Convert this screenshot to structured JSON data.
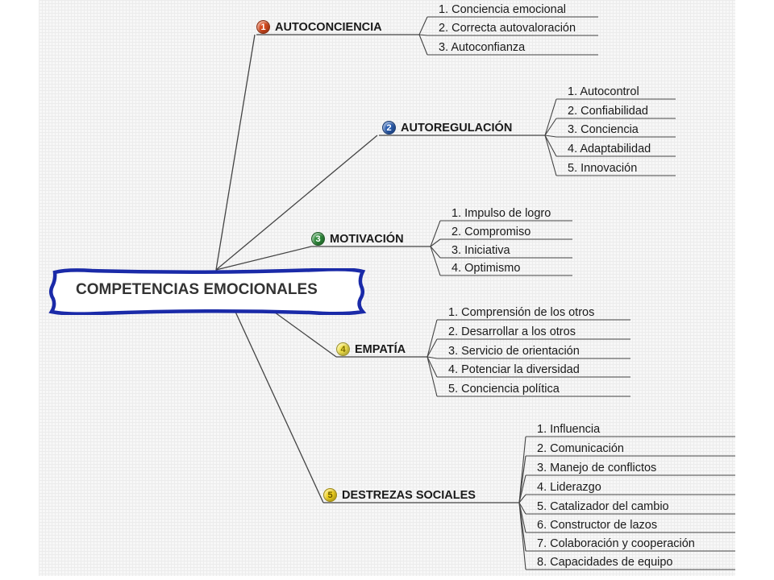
{
  "central": {
    "title": "COMPETENCIAS EMOCIONALES"
  },
  "colors": {
    "background": "#f7f7f7",
    "lines": "#444444",
    "frame_fill": "#ffffff",
    "frame_border": "#1a2aa8",
    "badge_1": "#d64a1e",
    "badge_2": "#2a5db0",
    "badge_3": "#2e8b3a",
    "badge_4": "#f2e24a",
    "badge_5": "#f2d21e"
  },
  "branches": [
    {
      "number": "1",
      "title": "AUTOCONCIENCIA",
      "badge_color": "#d64a1e",
      "badge_text_color": "#ffffff",
      "items": [
        "1. Conciencia emocional",
        "2. Correcta autovaloración",
        "3. Autoconfianza"
      ]
    },
    {
      "number": "2",
      "title": "AUTOREGULACIÓN",
      "badge_color": "#2a5db0",
      "badge_text_color": "#ffffff",
      "items": [
        "1. Autocontrol",
        "2. Confiabilidad",
        "3. Conciencia",
        "4. Adaptabilidad",
        "5. Innovación"
      ]
    },
    {
      "number": "3",
      "title": "MOTIVACIÓN",
      "badge_color": "#2e8b3a",
      "badge_text_color": "#ffffff",
      "items": [
        "1. Impulso de logro",
        "2. Compromiso",
        "3. Iniciativa",
        "4. Optimismo"
      ]
    },
    {
      "number": "4",
      "title": "EMPATÍA",
      "badge_color": "#f2e24a",
      "badge_text_color": "#7a6a00",
      "items": [
        "1. Comprensión de los otros",
        "2. Desarrollar a los otros",
        "3. Servicio de orientación",
        "4. Potenciar la diversidad",
        "5. Conciencia política"
      ]
    },
    {
      "number": "5",
      "title": "DESTREZAS SOCIALES",
      "badge_color": "#f2d21e",
      "badge_text_color": "#6a5a00",
      "items": [
        "1. Influencia",
        "2. Comunicación",
        "3. Manejo de conflictos",
        "4. Liderazgo",
        "5. Catalizador del cambio",
        "6. Constructor de lazos",
        "7. Colaboración y cooperación",
        "8. Capacidades de equipo"
      ]
    }
  ]
}
